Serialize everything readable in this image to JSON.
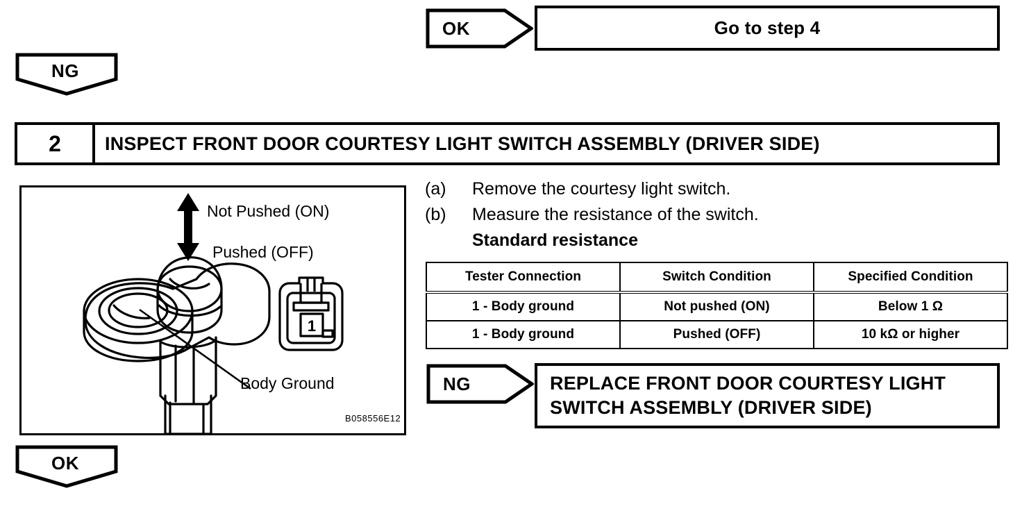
{
  "page": {
    "figure_code": "B058556E12"
  },
  "top_branch": {
    "ok_label": "OK",
    "ok_result": "Go to step 4",
    "ng_label": "NG"
  },
  "step": {
    "number": "2",
    "title": "INSPECT FRONT DOOR COURTESY LIGHT SWITCH ASSEMBLY (DRIVER SIDE)"
  },
  "illustration": {
    "label_not_pushed": "Not Pushed (ON)",
    "label_pushed": "Pushed (OFF)",
    "label_body_ground": "Body Ground",
    "connector_terminal": "1"
  },
  "procedure": {
    "items": [
      {
        "marker": "(a)",
        "text": "Remove the courtesy light switch."
      },
      {
        "marker": "(b)",
        "text": "Measure the resistance of the switch."
      }
    ],
    "sub_heading": "Standard resistance"
  },
  "spec_table": {
    "headers": [
      "Tester Connection",
      "Switch Condition",
      "Specified Condition"
    ],
    "rows": [
      [
        "1 - Body ground",
        "Not pushed (ON)",
        "Below 1 Ω"
      ],
      [
        "1 - Body ground",
        "Pushed (OFF)",
        "10 kΩ or higher"
      ]
    ]
  },
  "bottom_branch": {
    "ng_label": "NG",
    "ng_action_line1": "REPLACE FRONT DOOR COURTESY LIGHT",
    "ng_action_line2": "SWITCH ASSEMBLY (DRIVER SIDE)",
    "ok_label": "OK"
  }
}
